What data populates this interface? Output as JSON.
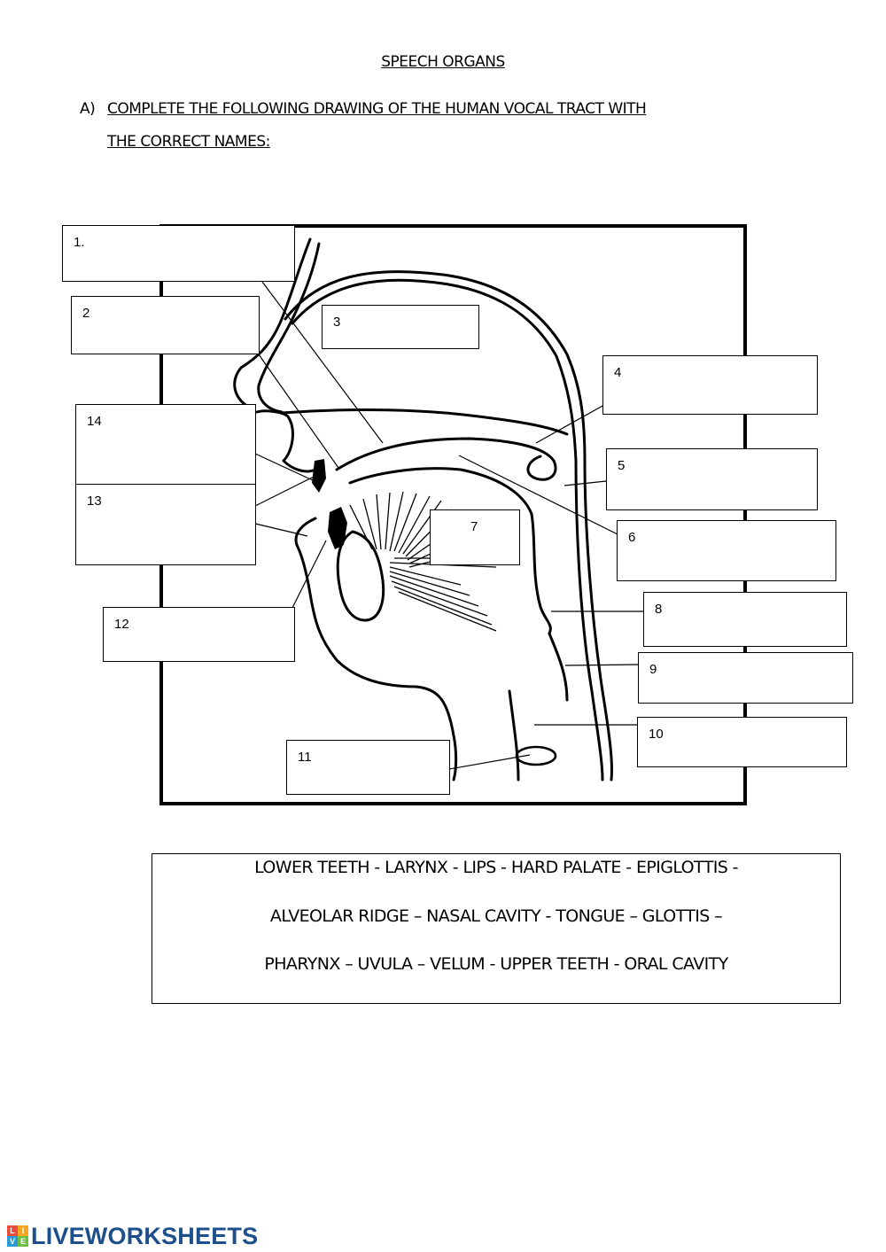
{
  "title": "SPEECH ORGANS",
  "question": {
    "marker": "A)",
    "line1": "COMPLETE THE FOLLOWING DRAWING OF THE HUMAN VOCAL TRACT WITH",
    "line2": "THE CORRECT NAMES:"
  },
  "labels": [
    {
      "num": "1."
    },
    {
      "num": "2"
    },
    {
      "num": "3"
    },
    {
      "num": "4"
    },
    {
      "num": "5"
    },
    {
      "num": "6"
    },
    {
      "num": "7"
    },
    {
      "num": "8"
    },
    {
      "num": "9"
    },
    {
      "num": "10"
    },
    {
      "num": "11"
    },
    {
      "num": "12"
    },
    {
      "num": "13"
    },
    {
      "num": "14"
    }
  ],
  "word_bank": {
    "line1": "LOWER TEETH -  LARYNX -  LIPS - HARD PALATE - EPIGLOTTIS -",
    "line2": "ALVEOLAR RIDGE – NASAL CAVITY - TONGUE – GLOTTIS –",
    "line3": "PHARYNX – UVULA – VELUM  - UPPER TEETH -  ORAL CAVITY"
  },
  "footer": {
    "brand": "LIVEWORKSHEETS",
    "icon": "liveworksheets-logo-icon",
    "icon_letters": [
      "L",
      "I",
      "V",
      "E"
    ],
    "icon_colors": [
      "#e94e3c",
      "#f5a623",
      "#2e9bd6",
      "#6cbf43"
    ],
    "brand_color": "#1d4f8c"
  }
}
